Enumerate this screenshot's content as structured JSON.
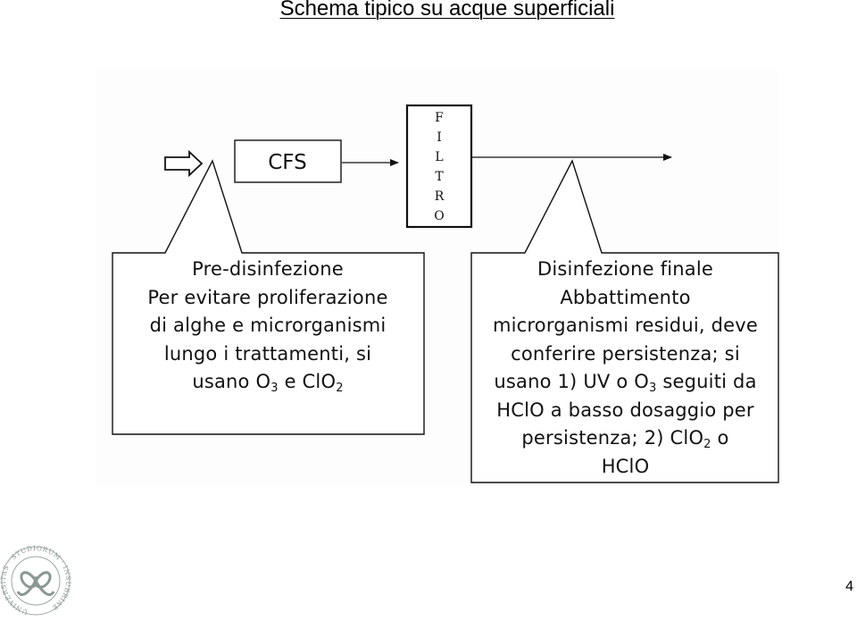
{
  "slide": {
    "title": "Schema tipico su acque superficiali",
    "page_number": "4"
  },
  "diagram": {
    "cfs_label": "CFS",
    "filter_letters": [
      "F",
      "I",
      "L",
      "T",
      "R",
      "O"
    ],
    "pre_disinfection": {
      "lines": [
        "Pre-disinfezione",
        "Per evitare proliferazione",
        "di alghe e microrganismi",
        "lungo i trattamenti, si"
      ],
      "last_line": {
        "prefix": "usano O",
        "sub1": "3",
        "mid": " e ClO",
        "sub2": "2"
      }
    },
    "final_disinfection": {
      "lines": [
        "Disinfezione finale",
        "Abbattimento",
        "microrganismi residui, deve",
        "conferire persistenza; si"
      ],
      "line5": {
        "prefix": "usano 1) UV o O",
        "sub": "3",
        "suffix": " seguiti da"
      },
      "line6": "HClO a basso dosaggio per",
      "line7": {
        "prefix": "persistenza;  2) ClO",
        "sub": "2",
        "suffix": " o"
      },
      "line8": "HClO"
    }
  },
  "logo": {
    "text": "UNIVERSITAS STUDIORUM INSUBRIAE"
  }
}
